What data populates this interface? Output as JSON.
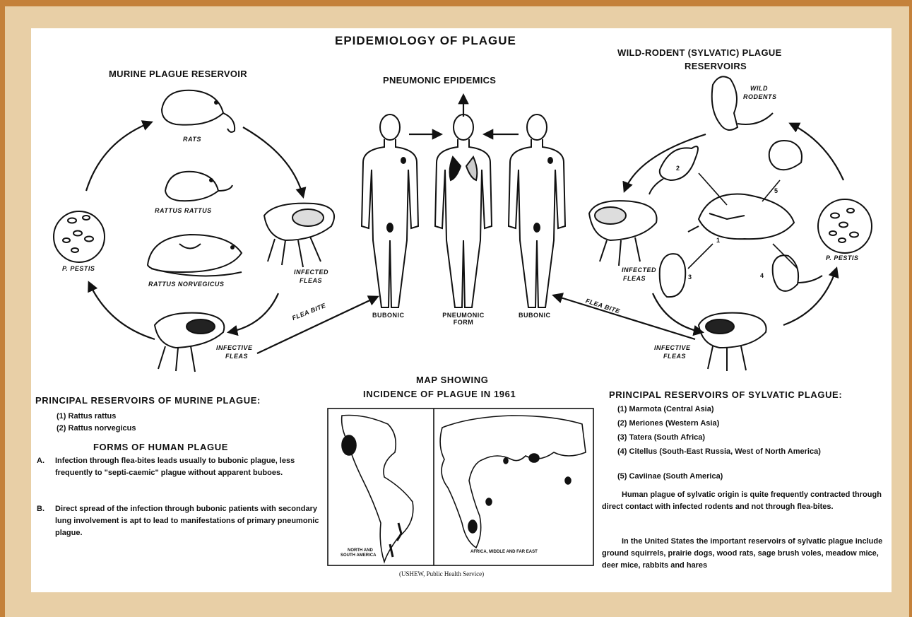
{
  "title": "EPIDEMIOLOGY OF PLAGUE",
  "murine": {
    "heading": "MURINE PLAGUE RESERVOIR",
    "rats": "RATS",
    "rattus_rattus": "RATTUS RATTUS",
    "rattus_norvegicus": "RATTUS NORVEGICUS",
    "infected_fleas": [
      "INFECTED",
      "FLEAS"
    ],
    "infective_fleas": [
      "INFECTIVE",
      "FLEAS"
    ],
    "p_pestis": "P. PESTIS",
    "flea_bite": "FLEA BITE"
  },
  "pneumonic": {
    "heading": "PNEUMONIC EPIDEMICS",
    "labels": [
      "BUBONIC",
      "PNEUMONIC FORM",
      "BUBONIC"
    ]
  },
  "sylvatic": {
    "heading_line1": "WILD-RODENT (SYLVATIC) PLAGUE",
    "heading_line2": "RESERVOIRS",
    "wild_rodents": [
      "WILD",
      "RODENTS"
    ],
    "infected_fleas": [
      "INFECTED",
      "FLEAS"
    ],
    "infective_fleas": [
      "INFECTIVE",
      "FLEAS"
    ],
    "p_pestis": "P. PESTIS",
    "flea_bite": "FLEA BITE",
    "numbers": [
      "1",
      "2",
      "3",
      "4",
      "5"
    ]
  },
  "principal_murine": {
    "heading": "PRINCIPAL RESERVOIRS OF MURINE PLAGUE:",
    "items": [
      "(1) Rattus rattus",
      "(2) Rattus norvegicus"
    ]
  },
  "forms": {
    "heading": "FORMS OF HUMAN PLAGUE",
    "a_marker": "A.",
    "a_text": "Infection through flea-bites leads usually to bubonic plague, less frequently to \"septi-caemic\" plague without apparent buboes.",
    "b_marker": "B.",
    "b_text": "Direct spread of the infection through bubonic patients with secondary lung involvement is apt to lead to manifestations of primary pneumonic plague."
  },
  "map": {
    "heading_line1": "MAP SHOWING",
    "heading_line2": "INCIDENCE OF PLAGUE IN 1961",
    "left_caption": [
      "NORTH AND",
      "SOUTH AMERICA"
    ],
    "right_caption": "AFRICA, MIDDLE AND FAR EAST",
    "source": "(USHEW, Public Health Service)"
  },
  "principal_sylvatic": {
    "heading": "PRINCIPAL RESERVOIRS OF SYLVATIC PLAGUE:",
    "items": [
      "(1) Marmota (Central Asia)",
      "(2) Meriones (Western Asia)",
      "(3) Tatera (South Africa)",
      "(4) Citellus (South-East Russia, West of North America)",
      "(5) Caviinae (South America)"
    ],
    "para1": "Human plague of sylvatic origin is quite frequently contracted through direct contact with infected rodents and not through flea-bites.",
    "para2": "In the United States the important reservoirs of sylvatic plague include ground squirrels, prairie dogs, wood rats, sage brush voles, meadow mice, deer mice, rabbits and hares"
  },
  "colors": {
    "border": "#c4813a",
    "mat": "#e8cfa6",
    "paper": "#ffffff",
    "ink": "#111111"
  }
}
